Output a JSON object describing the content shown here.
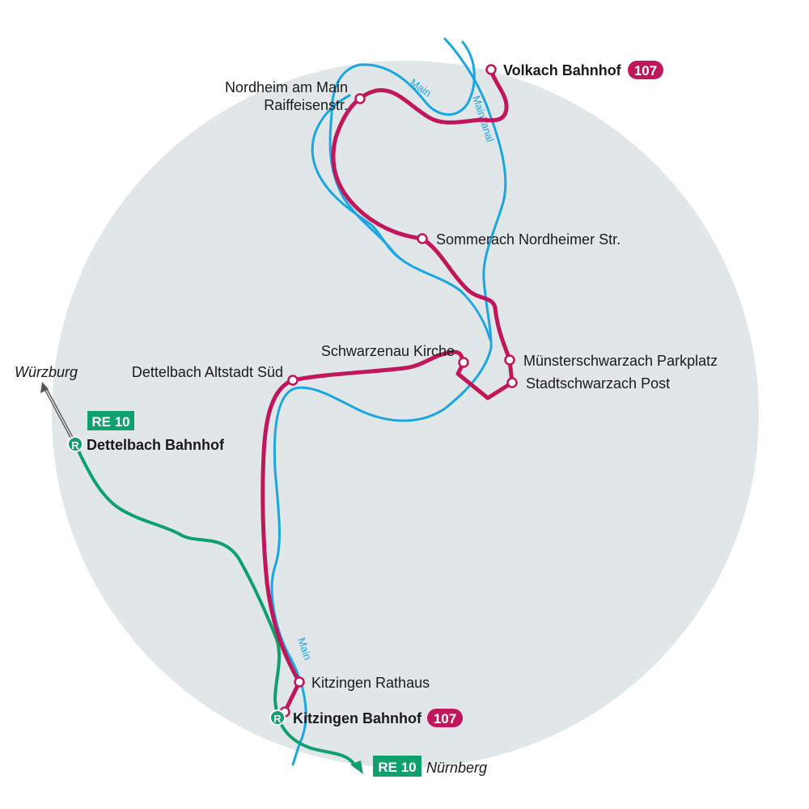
{
  "colors": {
    "bus_line": "#c0165a",
    "river": "#1aa6e0",
    "rail": "#0fa06e",
    "area": "#e1e6e9"
  },
  "rivers": {
    "main_north": "Main",
    "mainkanal": "Mainkanal",
    "main_south": "Main"
  },
  "bus": {
    "line": "107"
  },
  "rail": {
    "line": "RE 10"
  },
  "stations": {
    "volkach": "Volkach Bahnhof",
    "nordheim_1": "Nordheim am Main",
    "nordheim_2": "Raiffeisenstr.",
    "sommerach": "Sommerach Nordheimer Str.",
    "muensterschwarzach": "Münsterschwarzach Parkplatz",
    "stadtschwarzach": "Stadtschwarzach Post",
    "schwarzenau": "Schwarzenau Kirche",
    "dettelbach_altstadt": "Dettelbach Altstadt Süd",
    "dettelbach_bf": "Dettelbach Bahnhof",
    "kitzingen_rathaus": "Kitzingen Rathaus",
    "kitzingen_bf": "Kitzingen Bahnhof"
  },
  "destinations": {
    "wuerzburg": "Würzburg",
    "nuernberg": "Nürnberg"
  },
  "rail_symbol": "R"
}
